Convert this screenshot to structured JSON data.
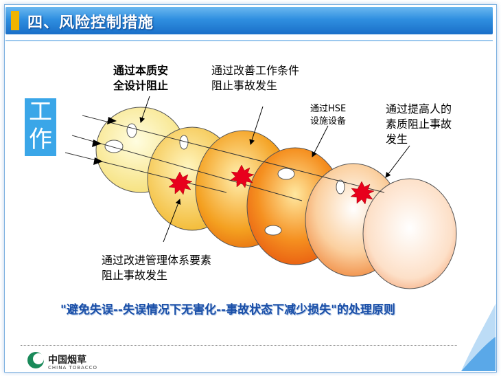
{
  "header": {
    "title": "四、风险控制措施"
  },
  "side_label": {
    "line1": "工",
    "line2": "作"
  },
  "labels": {
    "inherent_design": [
      "通过本质安",
      "全设计阻止"
    ],
    "work_conditions": [
      "通过改善工作条件",
      "阻止事故发生"
    ],
    "hse_facilities": [
      "通过HSE",
      "设施设备"
    ],
    "human_quality": [
      "通过提高人的",
      "素质阻止事故",
      "发生"
    ],
    "management_system": [
      "通过改进管理体系要素",
      "阻止事故发生"
    ]
  },
  "principle": "\"避免失误--失误情况下无害化--事故状态下减少损失\"的处理原则",
  "footer": {
    "logo_text": "中国烟草",
    "logo_subtext": "CHINA TOBACCO"
  },
  "colors": {
    "title_bar": "#2f8fe0",
    "accent": "#f0b400",
    "side_box": "#3aa6e8",
    "principle_text": "#1a4fa8",
    "spark": "#e8001c"
  }
}
